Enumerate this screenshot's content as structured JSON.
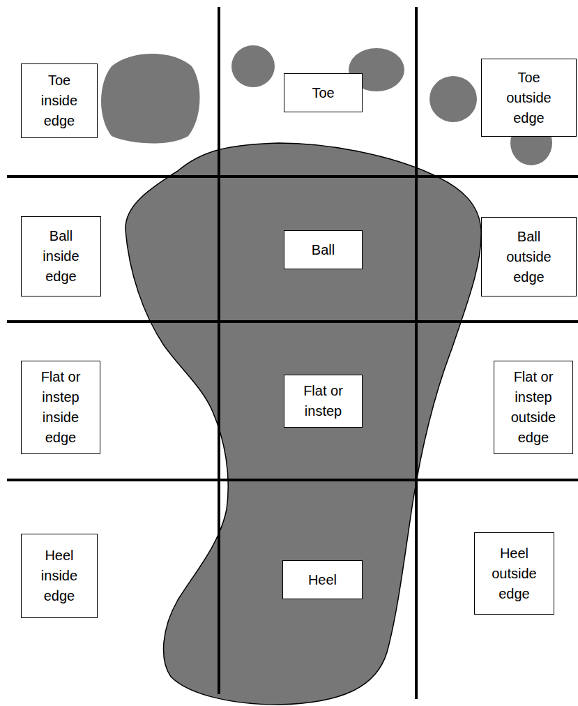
{
  "diagram": {
    "nodes": [
      {
        "text": [
          "Toe inside edge"
        ]
      },
      {
        "text": [
          "Toe"
        ]
      },
      {
        "text": [
          "Toe outside edge"
        ]
      },
      {
        "text": [
          "Ball inside edge"
        ]
      },
      {
        "text": [
          "Ball"
        ]
      },
      {
        "text": [
          "Ball outside edge"
        ]
      },
      {
        "text": [
          "Flat or instep inside edge"
        ]
      },
      {
        "text": [
          "Flat or instep"
        ]
      },
      {
        "text": [
          "Flat or instep outside edge"
        ]
      },
      {
        "text": [
          "Heel inside edge"
        ]
      },
      {
        "text": [
          "Heel"
        ]
      },
      {
        "text": [
          "Heel outside edge"
        ]
      }
    ]
  }
}
